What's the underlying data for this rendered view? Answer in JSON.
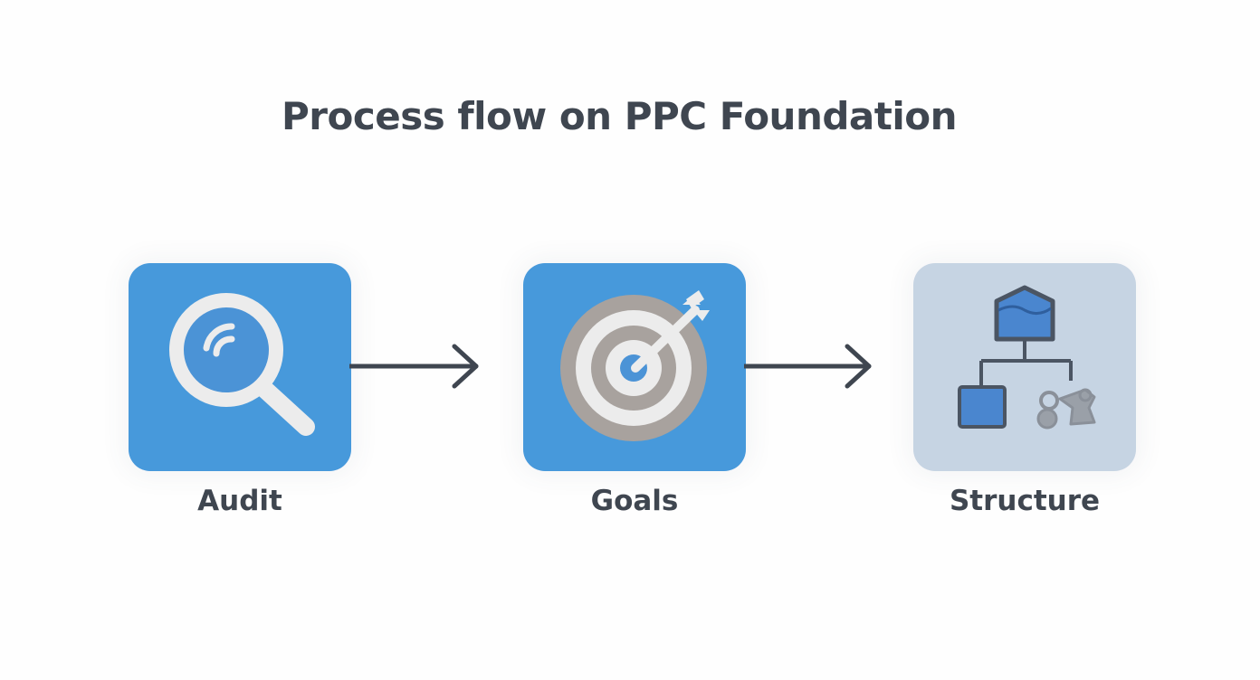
{
  "diagram": {
    "title": "Process flow on PPC Foundation",
    "steps": [
      {
        "label": "Audit",
        "icon": "magnifying-glass-icon",
        "tile_color": "#4799db"
      },
      {
        "label": "Goals",
        "icon": "target-arrow-icon",
        "tile_color": "#4799db"
      },
      {
        "label": "Structure",
        "icon": "hierarchy-icon",
        "tile_color": "#c6d4e3"
      }
    ],
    "connectors": [
      {
        "from": "Audit",
        "to": "Goals",
        "icon": "arrow-right-icon"
      },
      {
        "from": "Goals",
        "to": "Structure",
        "icon": "arrow-right-icon"
      }
    ],
    "colors": {
      "text": "#3f4650",
      "arrow": "#3f4650",
      "icon_light": "#ececec",
      "ring_gray": "#a8a29e",
      "structure_blue": "#4a86cf",
      "structure_stroke": "#4b5563",
      "structure_gray": "#9aa0a8"
    }
  }
}
